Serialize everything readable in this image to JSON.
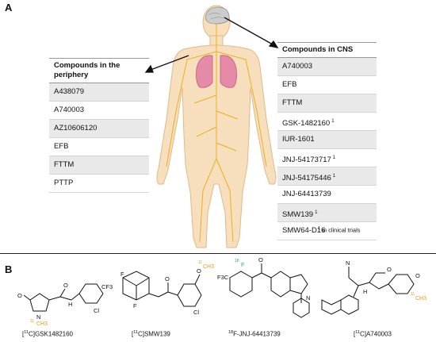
{
  "panels": {
    "a_label": "A",
    "b_label": "B"
  },
  "periphery": {
    "title": "Compounds in the periphery",
    "items": [
      "A438079",
      "A740003",
      "AZ10606120",
      "EFB",
      "FTTM",
      "PTTP"
    ]
  },
  "cns": {
    "title": "Compounds in CNS",
    "items": [
      {
        "name": "A740003",
        "mark": ""
      },
      {
        "name": "EFB",
        "mark": ""
      },
      {
        "name": "FTTM",
        "mark": ""
      },
      {
        "name": "GSK-1482160",
        "mark": "1"
      },
      {
        "name": "IUR-1601",
        "mark": ""
      },
      {
        "name": "JNJ-54173717",
        "mark": "1"
      },
      {
        "name": "JNJ-54175446",
        "mark": "1"
      },
      {
        "name": "JNJ-64413739",
        "mark": ""
      },
      {
        "name": "SMW139",
        "mark": "1"
      },
      {
        "name": "SMW64-D16",
        "mark": ""
      }
    ]
  },
  "footnote": {
    "mark": "1",
    "text": "in clinical trials"
  },
  "structures": [
    {
      "iso": "11",
      "name": "C]GSK1482160",
      "prefix": "[",
      "labels": {
        "n_sub": "N",
        "ch3": "CH3",
        "iso_ch3": "11",
        "o": "O",
        "cl": "Cl",
        "cf3": "CF3",
        "nh": "H"
      }
    },
    {
      "iso": "11",
      "name": "C]SMW139",
      "prefix": "[",
      "labels": {
        "f1": "F",
        "f2": "F",
        "o": "O",
        "och3": "CH3",
        "iso_och3": "11",
        "cl": "Cl"
      }
    },
    {
      "iso": "18",
      "name": "F-JNJ-64413739",
      "prefix": "",
      "labels": {
        "f": "F",
        "iso_f": "18",
        "f3c": "F3C",
        "o": "O",
        "n": "N"
      }
    },
    {
      "iso": "11",
      "name": "C]A740003",
      "prefix": "[",
      "labels": {
        "n": "N",
        "o": "O",
        "och3_top": "O",
        "och3": "CH3",
        "iso_och3": "11",
        "nh": "H"
      }
    }
  ],
  "colors": {
    "isotope_c": "#e39a1a",
    "isotope_f": "#29b34a",
    "nerve": "#e8b020",
    "lung": "#e58aa7",
    "skin": "#f7dfbd"
  }
}
